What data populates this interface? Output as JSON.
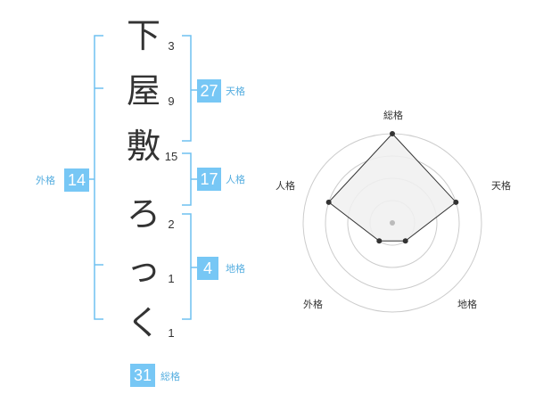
{
  "name": {
    "chars": [
      {
        "char": "下",
        "strokes": "3"
      },
      {
        "char": "屋",
        "strokes": "9"
      },
      {
        "char": "敷",
        "strokes": "15"
      },
      {
        "char": "ろ",
        "strokes": "2"
      },
      {
        "char": "っ",
        "strokes": "1"
      },
      {
        "char": "く",
        "strokes": "1"
      }
    ]
  },
  "fortune": {
    "tenkaku": {
      "value": "27",
      "label": "天格"
    },
    "jinkaku": {
      "value": "17",
      "label": "人格"
    },
    "chikaku": {
      "value": "4",
      "label": "地格"
    },
    "gaikaku": {
      "value": "14",
      "label": "外格"
    },
    "soukaku": {
      "value": "31",
      "label": "総格"
    }
  },
  "colors": {
    "accent": "#77c7f5",
    "accent_text": "#56aee0",
    "bracket": "#6fc0f0",
    "grid": "#cccccc",
    "area_fill": "#f0f0f0",
    "point": "#333333"
  },
  "chart_data": {
    "type": "radar",
    "axes": [
      "総格",
      "天格",
      "地格",
      "外格",
      "人格"
    ],
    "values": [
      4,
      3,
      1,
      1,
      3
    ],
    "max": 4,
    "rings": 4
  }
}
